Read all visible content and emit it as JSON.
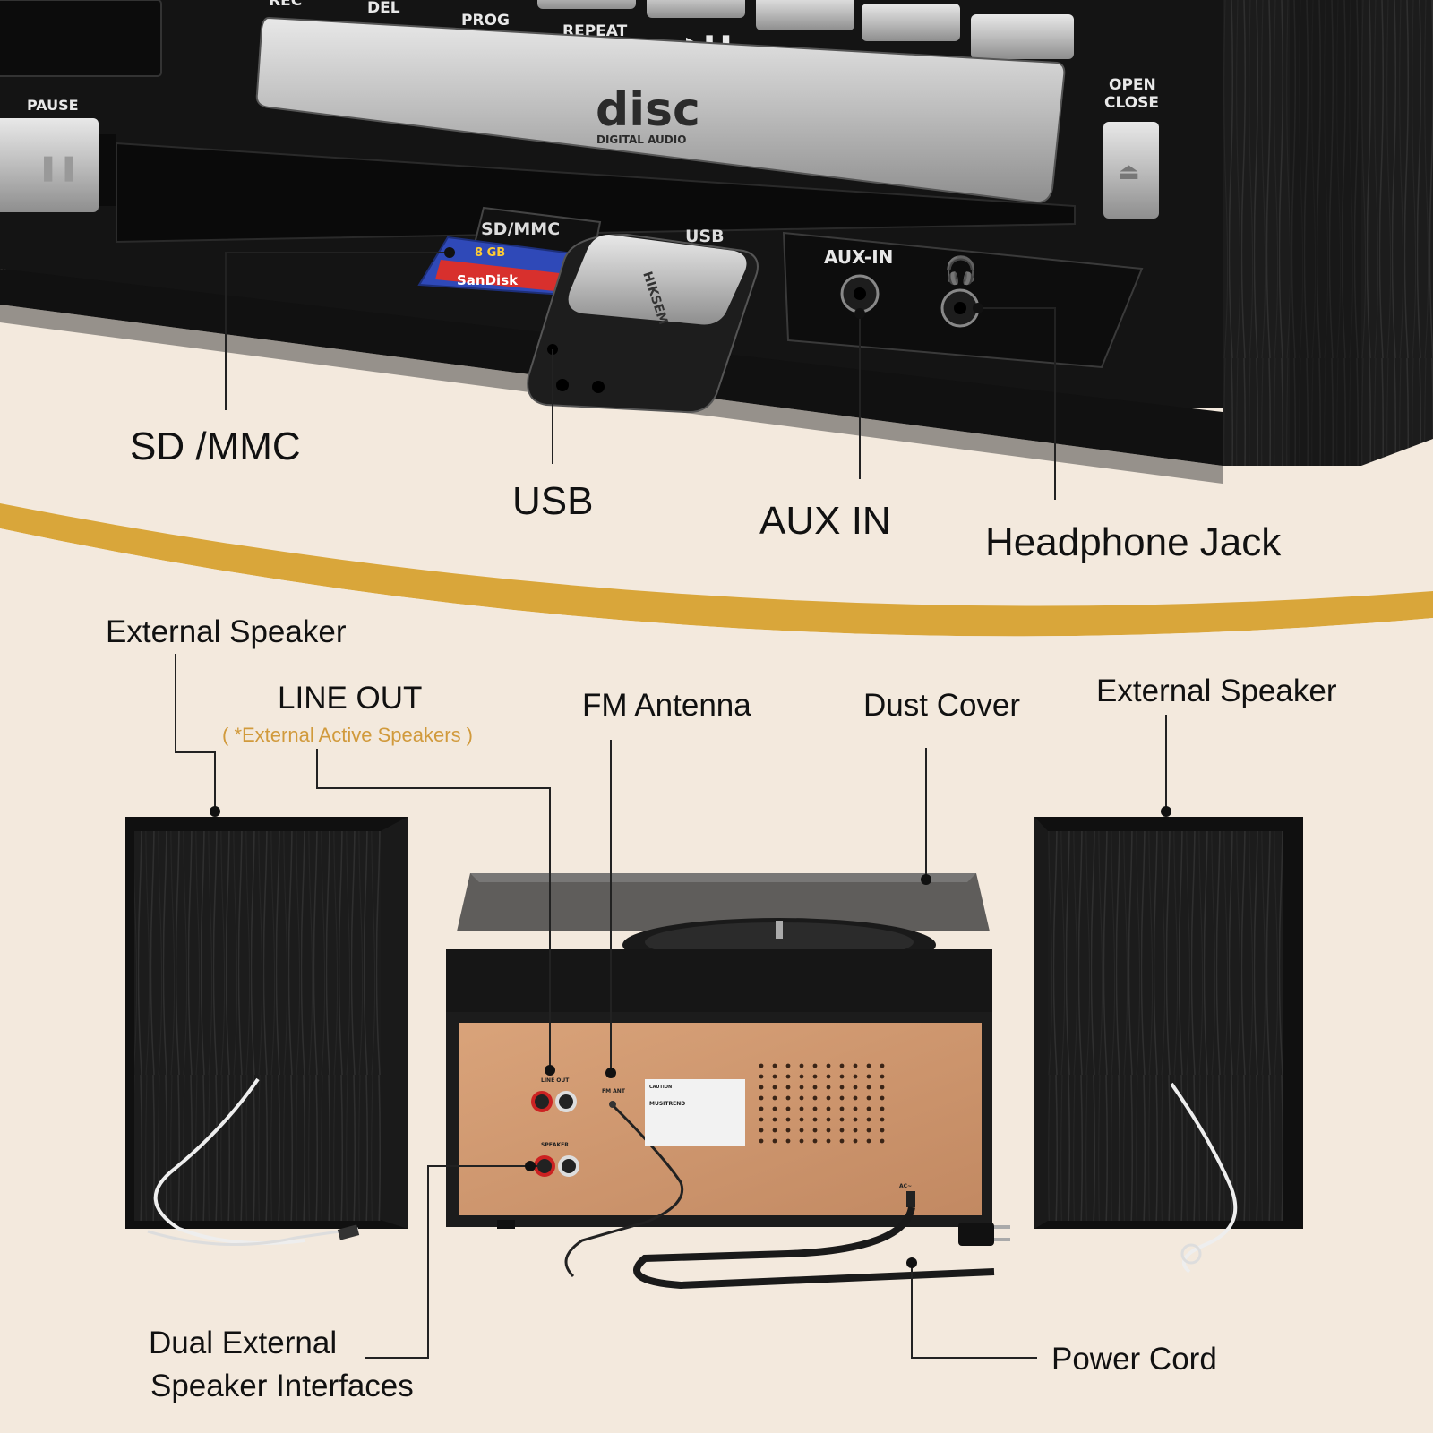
{
  "device_labels": {
    "rec": "REC",
    "del": "DEL",
    "prog": "PROG",
    "repeat": "REPEAT",
    "pause": "PAUSE",
    "open": "OPEN",
    "close": "CLOSE",
    "disc_logo": "disc",
    "digital_audio": "DIGITAL AUDIO",
    "sd_slot": "SD/MMC",
    "usb_slot": "USB",
    "aux_in": "AUX-IN",
    "sd_card_capacity": "8 GB",
    "sd_card_brand": "SanDisk",
    "usb_brand": "HIKSEM",
    "line_out_port": "LINE OUT",
    "speaker_port": "SPEAKER",
    "fm_ant_port": "FM ANT",
    "ac_port": "AC~",
    "caution_title": "CAUTION",
    "brand_label": "MUSITREND"
  },
  "callouts": {
    "sd_mmc": "SD /MMC",
    "usb": "USB",
    "aux_in": "AUX IN",
    "headphone_jack": "Headphone Jack",
    "external_speaker_left": "External Speaker",
    "line_out": "LINE OUT",
    "line_out_note": "( *External Active Speakers )",
    "fm_antenna": "FM Antenna",
    "dust_cover": "Dust Cover",
    "external_speaker_right": "External Speaker",
    "dual_interfaces_line1": "Dual External",
    "dual_interfaces_line2": "Speaker Interfaces",
    "power_cord": "Power Cord"
  },
  "colors": {
    "background": "#f3e9dd",
    "accent_gold": "#d9a63a",
    "device_black": "#151515"
  }
}
